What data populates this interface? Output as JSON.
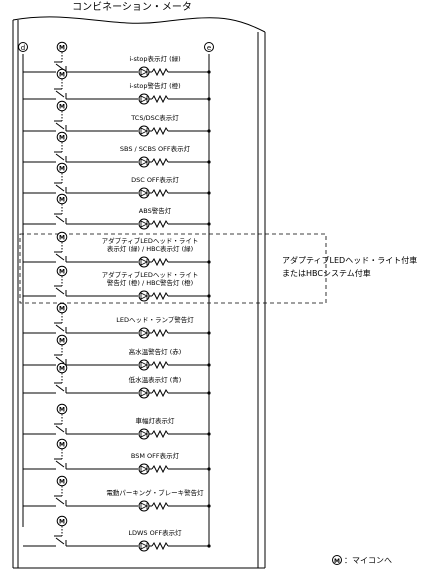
{
  "meter_title": "コンビネーション・メータ",
  "left_terminal": "d",
  "right_terminal": "e",
  "circuits": [
    {
      "label1": "i-stop表示灯 (緑)"
    },
    {
      "label1": "i-stop警告灯 (橙)"
    },
    {
      "label1": "TCS/DSC表示灯"
    },
    {
      "label1": "SBS / SCBS OFF表示灯"
    },
    {
      "label1": "DSC OFF表示灯"
    },
    {
      "label1": "ABS警告灯"
    },
    {
      "label1": "アダプティブLEDヘッド・ライト",
      "label2": "表示灯 (緑) / HBC表示灯 (緑)"
    },
    {
      "label1": "アダプティブLEDヘッド・ライト",
      "label2": "警告灯 (橙) / HBC警告灯 (橙)"
    },
    {
      "label1": "LEDヘッド・ランプ警告灯"
    },
    {
      "label1": "高水温警告灯 (赤)"
    },
    {
      "label1": "低水温表示灯 (青)"
    },
    {
      "label1": "車幅灯表示灯"
    },
    {
      "label1": "BSM OFF表示灯"
    },
    {
      "label1": "電動パーキング・ブレーキ警告灯"
    },
    {
      "label1": "LDWS OFF表示灯"
    }
  ],
  "switch_symbol": "M",
  "option_note": [
    "アダプティブLEDヘッド・ライト付車",
    "またはHBCシステム付車"
  ],
  "legend": {
    "symbol": "M",
    "text": "：マイコンへ"
  }
}
